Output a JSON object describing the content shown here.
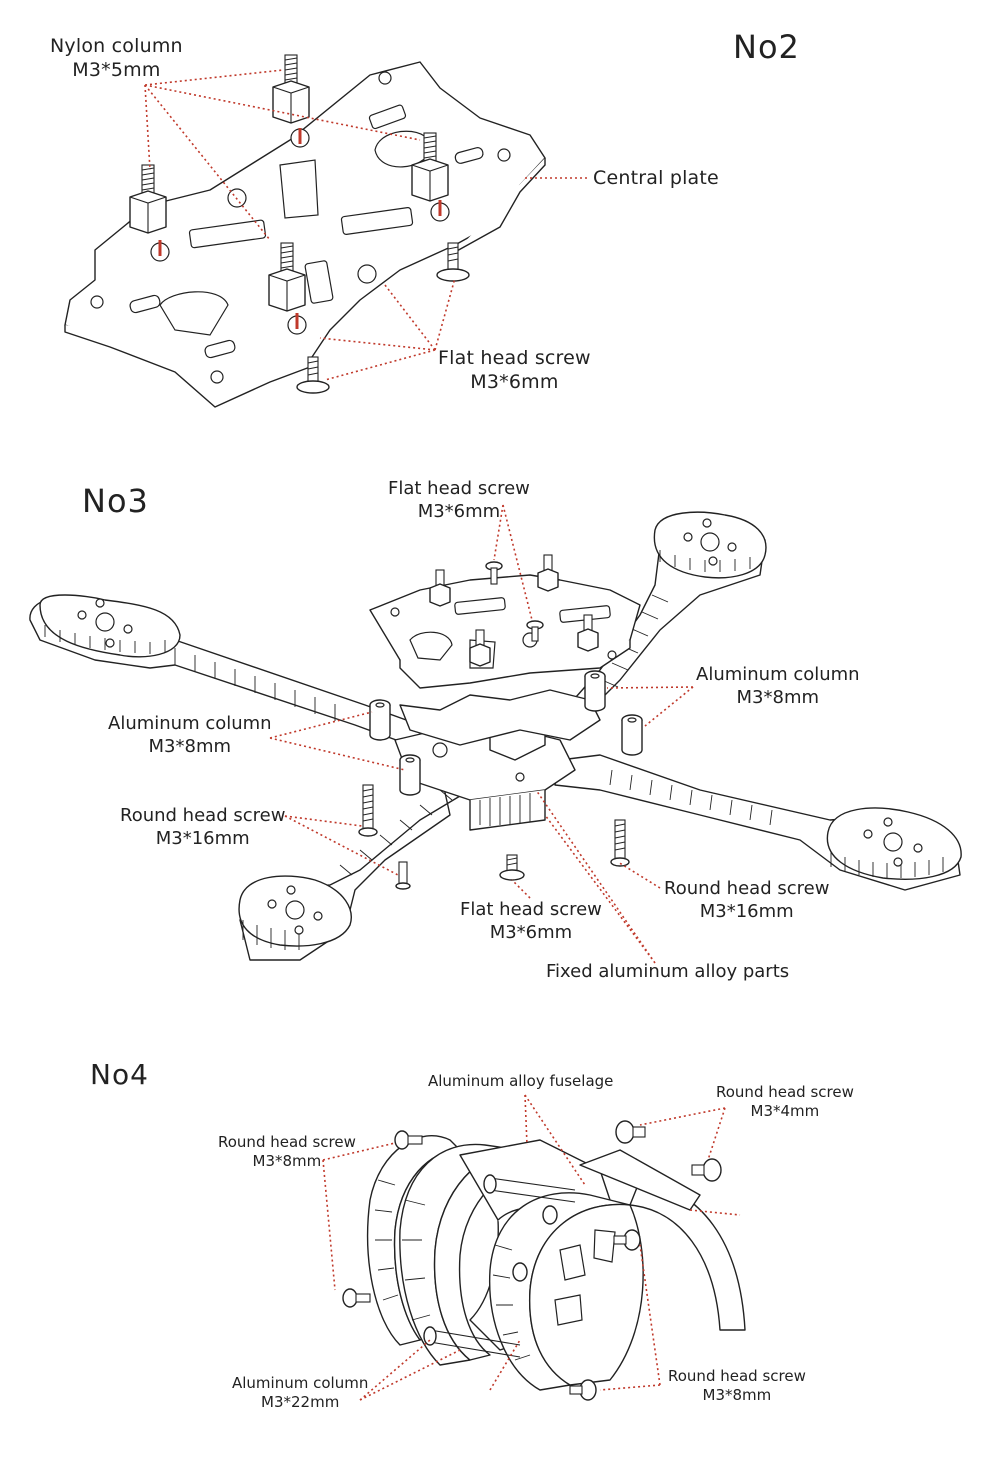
{
  "steps": {
    "no2": "No2",
    "no3": "No3",
    "no4": "No4"
  },
  "no2": {
    "nylon_column": [
      "Nylon column",
      "M3*5mm"
    ],
    "central_plate": "Central plate",
    "flat_head_screw": [
      "Flat head screw",
      "M3*6mm"
    ]
  },
  "no3": {
    "flat_head_screw_top": [
      "Flat head screw",
      "M3*6mm"
    ],
    "aluminum_column_right": [
      "Aluminum column",
      "M3*8mm"
    ],
    "aluminum_column_left": [
      "Aluminum column",
      "M3*8mm"
    ],
    "round_head_screw_left": [
      "Round head screw",
      "M3*16mm"
    ],
    "round_head_screw_right": [
      "Round head screw",
      "M3*16mm"
    ],
    "flat_head_screw_bottom": [
      "Flat head screw",
      "M3*6mm"
    ],
    "fixed_parts": "Fixed aluminum alloy parts"
  },
  "no4": {
    "fuselage": "Aluminum alloy fuselage",
    "round_head_screw_4": [
      "Round head screw",
      "M3*4mm"
    ],
    "round_head_screw_8_left": [
      "Round head screw",
      "M3*8mm"
    ],
    "aluminum_column_22": [
      "Aluminum column",
      "M3*22mm"
    ],
    "round_head_screw_8_right": [
      "Round head screw",
      "M3*8mm"
    ]
  },
  "colors": {
    "leader_line": "#c0392b",
    "line_art": "#222222"
  }
}
